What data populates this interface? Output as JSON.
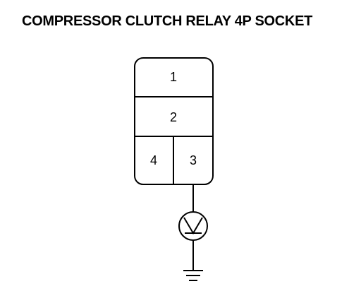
{
  "title": "COMPRESSOR CLUTCH RELAY 4P SOCKET",
  "connector": {
    "pins": [
      {
        "label": "1"
      },
      {
        "label": "2"
      },
      {
        "label": "4"
      },
      {
        "label": "3"
      }
    ],
    "probe_pin": "3"
  },
  "symbols": {
    "meter": "voltmeter-icon",
    "ground": "ground-icon"
  },
  "colors": {
    "line": "#000000",
    "background": "#ffffff"
  }
}
